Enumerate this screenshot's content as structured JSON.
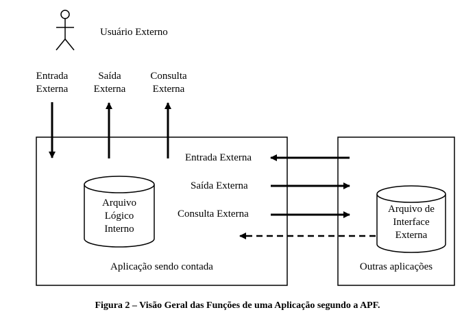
{
  "actor": {
    "label": "Usuário Externo"
  },
  "top_flows": {
    "entrada": [
      "Entrada",
      "Externa"
    ],
    "saida": [
      "Saída",
      "Externa"
    ],
    "consulta": [
      "Consulta",
      "Externa"
    ]
  },
  "application_box": {
    "label": "Aplicação sendo contada",
    "file": [
      "Arquivo",
      "Lógico",
      "Interno"
    ]
  },
  "other_box": {
    "label": "Outras aplicações",
    "file": [
      "Arquivo de",
      "Interface",
      "Externa"
    ]
  },
  "flows": {
    "entrada": "Entrada Externa",
    "saida": "Saída Externa",
    "consulta": "Consulta Externa"
  },
  "caption": "Figura 2 – Visão Geral das Funções de uma Aplicação segundo a APF."
}
